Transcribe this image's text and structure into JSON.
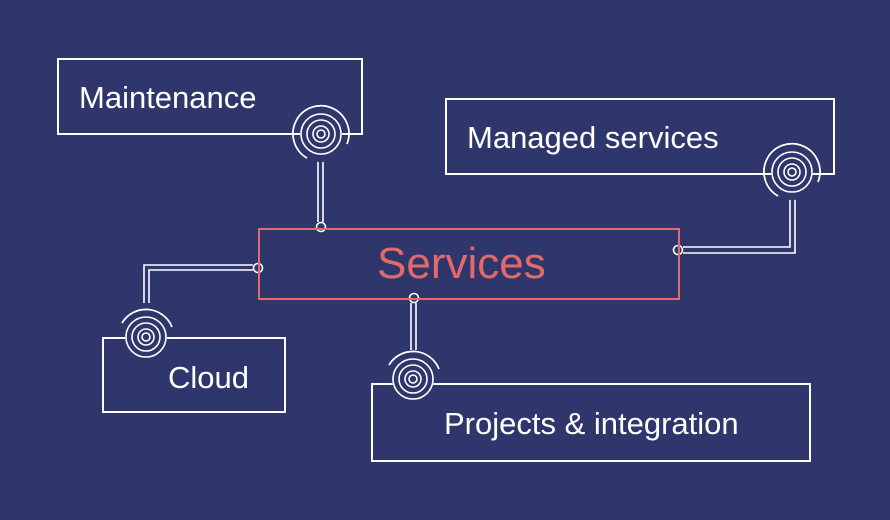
{
  "diagram": {
    "center": {
      "label": "Services"
    },
    "nodes": [
      {
        "id": "maintenance",
        "label": "Maintenance"
      },
      {
        "id": "managed-services",
        "label": "Managed services"
      },
      {
        "id": "cloud",
        "label": "Cloud"
      },
      {
        "id": "projects-integration",
        "label": "Projects & integration"
      }
    ]
  },
  "colors": {
    "background": "#2e366b",
    "line": "#ffffff",
    "accent": "#e36a6b"
  }
}
